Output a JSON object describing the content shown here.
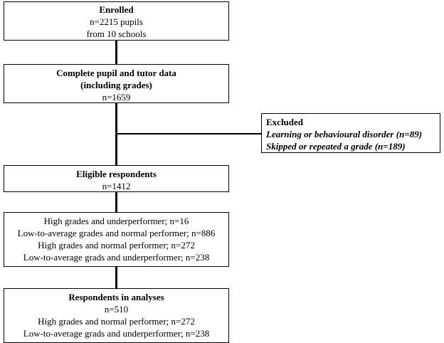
{
  "enrolled": {
    "title": "Enrolled",
    "line1": "n=2215 pupils",
    "line2": "from 10 schools"
  },
  "complete": {
    "title1": "Complete pupil and tutor data",
    "title2": "(including grades)",
    "count": "n=1659"
  },
  "excluded": {
    "title": "Excluded",
    "reason1": "Learning or behavioural disorder (n=89)",
    "reason2": "Skipped or repeated a grade (n=189)"
  },
  "eligible": {
    "title": "Eligible respondents",
    "count": "n=1412"
  },
  "groups": {
    "items": [
      "High grades and underperformer; n=16",
      "Low-to-average grades and normal performer; n=886",
      "High grades and normal performer; n=272",
      "Low-to-average grads and underperformer; n=238"
    ]
  },
  "analyses": {
    "title": "Respondents in analyses",
    "count": "n=510",
    "items": [
      "High grades and normal performer; n=272",
      "Low-to-average grads and underperformer; n=238"
    ]
  }
}
